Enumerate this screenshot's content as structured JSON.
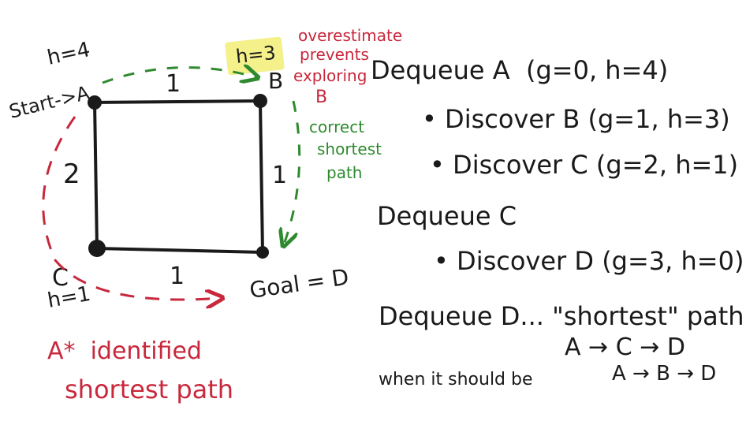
{
  "colors": {
    "ink": "#1a1a1a",
    "red": "#c8283c",
    "green": "#2f8a2f",
    "highlight": "#f4f08a"
  },
  "graph": {
    "nodes": {
      "a_heuristic": "h=4",
      "a_label": "Start->A",
      "b_label": "B",
      "b_heuristic": "h=3",
      "c_label": "C",
      "c_heuristic": "h=1",
      "d_label": "Goal = D"
    },
    "edges": {
      "ab_weight": "1",
      "ac_weight": "2",
      "bd_weight": "1",
      "cd_weight": "1"
    }
  },
  "annotations": {
    "overestimate_lines": [
      "overestimate",
      "prevents",
      "exploring",
      "B"
    ],
    "correct_lines": [
      "correct",
      "shortest",
      "path"
    ],
    "astar_lines": [
      "A*  identified",
      "shortest path"
    ]
  },
  "trace": {
    "step1": "Dequeue A  (g=0, h=4)",
    "step1_a": "• Discover B (g=1, h=3)",
    "step1_b": "• Discover C (g=2, h=1)",
    "step2": "Dequeue C",
    "step2_a": "• Discover D (g=3, h=0)",
    "step3": "Dequeue D... \"shortest\" path",
    "path_found": "A → C → D",
    "should_prefix": "when it should be",
    "path_correct": "A → B → D"
  }
}
